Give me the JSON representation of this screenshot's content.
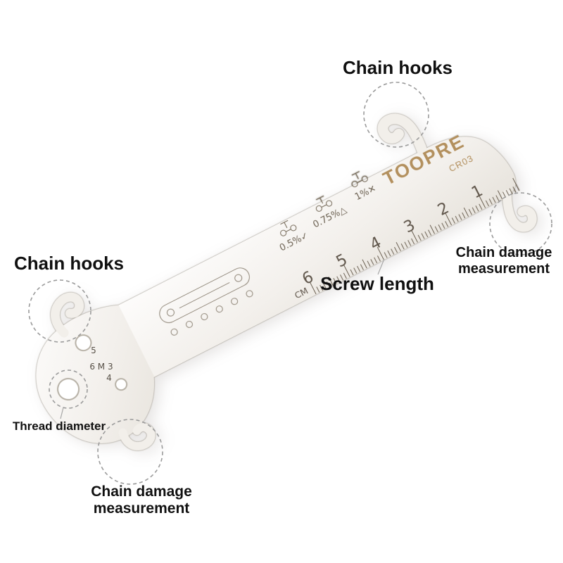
{
  "annotations": {
    "chain_hooks_top": "Chain hooks",
    "chain_hooks_left": "Chain hooks",
    "chain_damage_right": {
      "line1": "Chain damage",
      "line2": "measurement"
    },
    "screw_length": "Screw length",
    "thread_diameter": "Thread diameter",
    "chain_damage_bottom": {
      "line1": "Chain damage",
      "line2": "measurement"
    }
  },
  "tool": {
    "brand": "TOOPRE",
    "model": "CR03",
    "unit_label": "CM",
    "ruler_numbers": [
      "1",
      "2",
      "3",
      "4",
      "5",
      "6"
    ],
    "wear_marks": [
      {
        "label": "0.5%✓"
      },
      {
        "label": "0.75%△"
      },
      {
        "label": "1%✕"
      }
    ],
    "hole_labels": [
      "5",
      "6 M 3",
      "4"
    ]
  },
  "colors": {
    "brand": "#b3905e",
    "etch": "#5f554a",
    "callout": "#9b9b9b",
    "label_text": "#101010"
  }
}
